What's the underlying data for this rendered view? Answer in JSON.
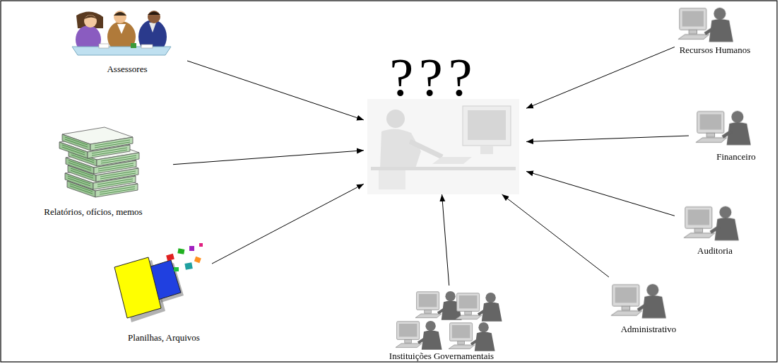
{
  "diagram": {
    "nodes": [
      {
        "text": [
          "Assessores"
        ]
      },
      {
        "text": [
          "Recursos Humanos"
        ]
      },
      {
        "text": [
          "???"
        ]
      },
      {
        "text": [
          "Financeiro"
        ]
      },
      {
        "text": [
          "Relatórios, ofícios, memos"
        ]
      },
      {
        "text": [
          "Auditoria"
        ]
      },
      {
        "text": [
          "Planilhas, Arquivos"
        ]
      },
      {
        "text": [
          "Administrativo"
        ]
      },
      {
        "text": [
          "Instituições Governamentais"
        ]
      }
    ],
    "edges": [
      {
        "from": 0,
        "to": 2,
        "arrow": "to"
      },
      {
        "from": 1,
        "to": 2,
        "arrow": "to"
      },
      {
        "from": 3,
        "to": 2,
        "arrow": "to"
      },
      {
        "from": 4,
        "to": 2,
        "arrow": "to"
      },
      {
        "from": 5,
        "to": 2,
        "arrow": "to"
      },
      {
        "from": 6,
        "to": 2,
        "arrow": "to"
      },
      {
        "from": 7,
        "to": 2,
        "arrow": "to"
      },
      {
        "from": 8,
        "to": 2,
        "arrow": "to"
      }
    ]
  }
}
